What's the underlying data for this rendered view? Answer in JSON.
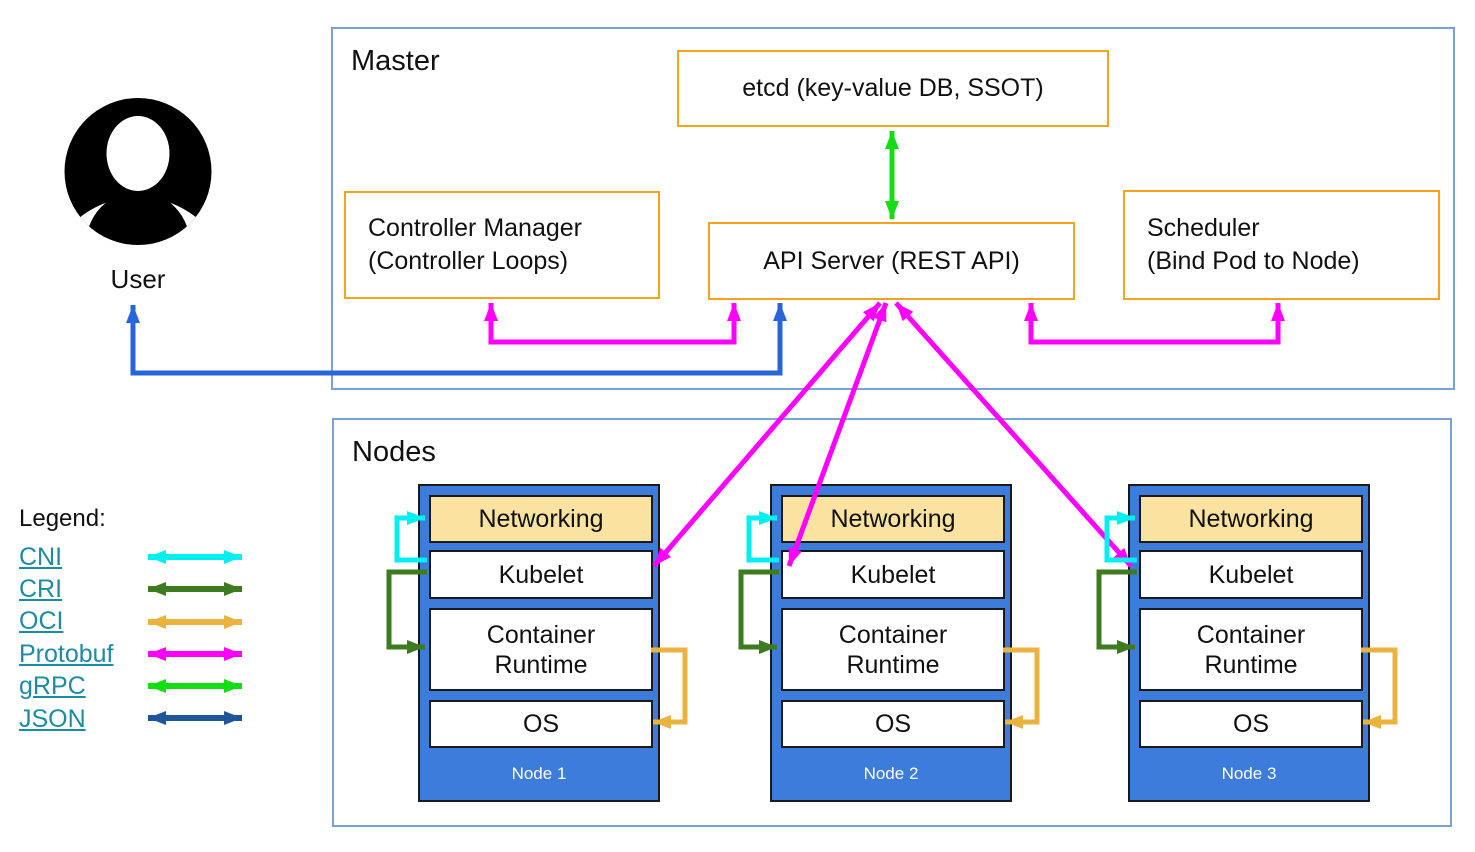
{
  "user": {
    "label": "User"
  },
  "master": {
    "title": "Master",
    "etcd_label": "etcd (key-value DB, SSOT)",
    "controller_manager": {
      "line1": "Controller Manager",
      "line2": "(Controller Loops)"
    },
    "api_server_label": "API Server (REST API)",
    "scheduler": {
      "line1": "Scheduler",
      "line2": "(Bind Pod to Node)"
    }
  },
  "nodes": {
    "title": "Nodes",
    "layers": {
      "networking": "Networking",
      "kubelet": "Kubelet",
      "container_runtime": "Container Runtime",
      "os": "OS"
    },
    "items": [
      {
        "label": "Node 1"
      },
      {
        "label": "Node 2"
      },
      {
        "label": "Node 3"
      }
    ]
  },
  "legend": {
    "title": "Legend:",
    "items": [
      {
        "label": "CNI",
        "color": "#00f0f0"
      },
      {
        "label": "CRI",
        "color": "#3d7a20"
      },
      {
        "label": "OCI",
        "color": "#eab33f"
      },
      {
        "label": "Protobuf",
        "color": "#ff00ff"
      },
      {
        "label": "gRPC",
        "color": "#15dd15"
      },
      {
        "label": "JSON",
        "color": "#1f5699"
      }
    ]
  },
  "colors": {
    "cni_cyan": "#00f0f0",
    "cri_green": "#3d7a20",
    "oci_gold": "#eab33f",
    "protobuf_magenta": "#ff00ff",
    "grpc_green": "#15dd15",
    "json_navy": "#1f5699",
    "user_blue": "#2a64d9",
    "box_orange": "#f5a31c",
    "node_blue": "#3d7cdb",
    "networking_tan": "#fae3a1",
    "section_border_blue": "#7aa3d4",
    "legend_link_teal": "#1b8ca3"
  }
}
